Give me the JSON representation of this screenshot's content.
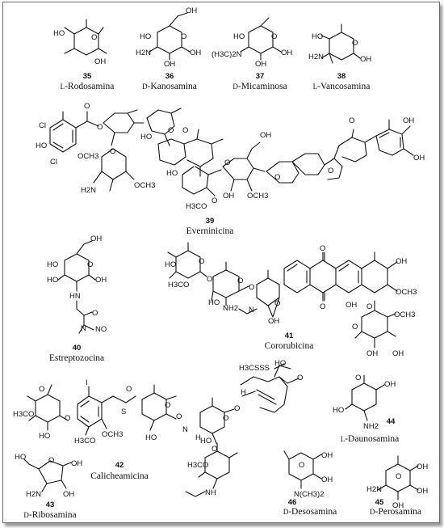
{
  "atom_labels": {
    "OH": "OH",
    "O": "O",
    "H2N": "H2N",
    "NH2": "NH2",
    "HO": "HO",
    "N": "N",
    "OCH3": "OCH3",
    "H3CO": "H3CO",
    "Cl": "Cl",
    "S": "S",
    "I": "I",
    "HN": "HN",
    "NO": "NO",
    "H": "H",
    "NH": "NH",
    "HO_OH": "OH",
    "H3C_2N": "(H3C)2N",
    "N_CH3_2": "N(CH3)2",
    "H3CSSS": "H3CSSS",
    "H3CO_ring": "H3CO",
    "OH_ring": "OH"
  },
  "compounds": [
    {
      "id": "35",
      "prefix": "L",
      "name": "-Rodosamina"
    },
    {
      "id": "36",
      "prefix": "D",
      "name": "-Kanosamina"
    },
    {
      "id": "37",
      "prefix": "D",
      "name": "-Micaminosa"
    },
    {
      "id": "38",
      "prefix": "L",
      "name": "-Vancosamina"
    },
    {
      "id": "39",
      "prefix": "",
      "name": "Everninicina"
    },
    {
      "id": "40",
      "prefix": "",
      "name": "Estreptozocina"
    },
    {
      "id": "41",
      "prefix": "",
      "name": "Cororubicina"
    },
    {
      "id": "42",
      "prefix": "",
      "name": "Calicheamicina"
    },
    {
      "id": "43",
      "prefix": "D",
      "name": "-Ribosamina"
    },
    {
      "id": "44",
      "prefix": "L",
      "name": "-Daunosamina"
    },
    {
      "id": "45",
      "prefix": "D",
      "name": "-Perosamina"
    },
    {
      "id": "46",
      "prefix": "D",
      "name": "-Desosamina"
    }
  ]
}
